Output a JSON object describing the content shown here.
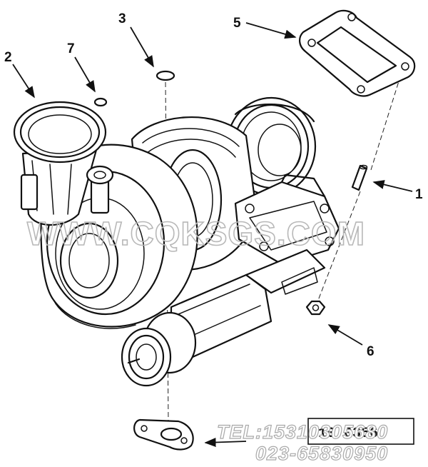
{
  "callouts": [
    {
      "id": "1",
      "text": "1"
    },
    {
      "id": "2",
      "text": "2"
    },
    {
      "id": "3",
      "text": "3"
    },
    {
      "id": "5",
      "text": "5"
    },
    {
      "id": "6",
      "text": "6"
    },
    {
      "id": "7",
      "text": "7"
    }
  ],
  "watermark": "WWW.CQKSGS.COM",
  "contact": {
    "tel": "TEL:15310305680",
    "phone": "023-65830950"
  },
  "drawing_code": "10 0356",
  "colors": {
    "line": "#111111",
    "watermark": "#b8b8b8",
    "background": "#ffffff"
  }
}
